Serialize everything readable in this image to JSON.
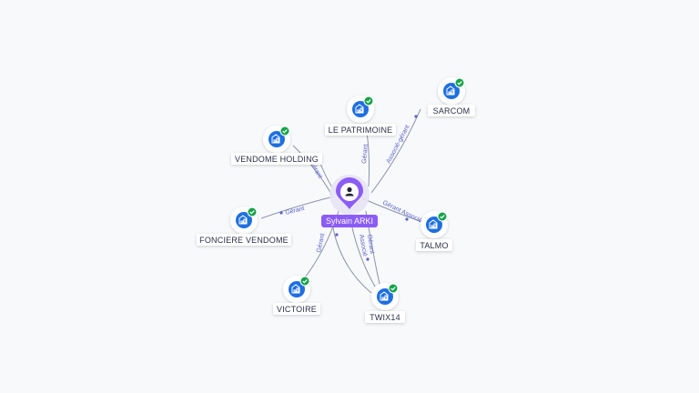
{
  "center": {
    "name": "Sylvain ARKI",
    "icon": "person-icon",
    "color": "#8b5cf6"
  },
  "company_icon": "building-icon",
  "status_icon": "check-badge-icon",
  "colors": {
    "company": "#1f6fe0",
    "check": "#16a34a",
    "edge": "#8c93a8",
    "edge_label": "#5b63c9"
  },
  "companies": [
    {
      "id": "le-patrimoine",
      "name": "LE PATRIMOINE"
    },
    {
      "id": "sarcom",
      "name": "SARCOM"
    },
    {
      "id": "vendome-holding",
      "name": "VENDOME HOLDING"
    },
    {
      "id": "fonciere-vendome",
      "name": "FONCIERE VENDOME"
    },
    {
      "id": "talmo",
      "name": "TALMO"
    },
    {
      "id": "victoire",
      "name": "VICTOIRE"
    },
    {
      "id": "twix14",
      "name": "TWIX14"
    }
  ],
  "edges": [
    {
      "to": "le-patrimoine",
      "label": "Gérant"
    },
    {
      "to": "sarcom",
      "label": "Associé-gérant"
    },
    {
      "to": "vendome-holding",
      "label": "Gérant"
    },
    {
      "to": "fonciere-vendome",
      "label": "Gérant"
    },
    {
      "to": "talmo",
      "label": "Gérant Associé"
    },
    {
      "to": "victoire",
      "label": "Gérant"
    },
    {
      "to": "twix14",
      "label": "Associé"
    },
    {
      "to": "twix14",
      "label": "Gérant"
    }
  ]
}
